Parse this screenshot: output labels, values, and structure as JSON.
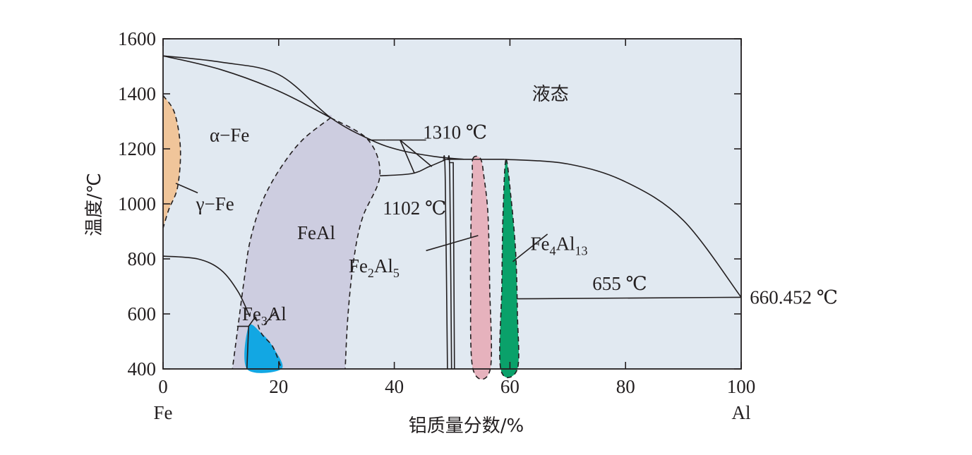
{
  "chart_data": {
    "type": "area",
    "title": "",
    "xlabel": "铝质量分数/%",
    "ylabel": "温度/℃",
    "xlim": [
      0,
      100
    ],
    "ylim": [
      400,
      1600
    ],
    "x_ticks": [
      0,
      20,
      40,
      60,
      80,
      100
    ],
    "y_ticks": [
      400,
      600,
      800,
      1000,
      1200,
      1400,
      1600
    ],
    "x_end_labels": {
      "left": "Fe",
      "right": "Al"
    },
    "grid": false,
    "colors": {
      "background": "#e1e9f1",
      "gamma_fe": "#f0c59a",
      "feal": "#cdcde0",
      "fe3al": "#12a7e3",
      "fe2al5": "#e6b2bd",
      "fe4al13": "#0aa16a",
      "line": "#231f20"
    },
    "region_labels": [
      {
        "text": "液态",
        "x": 67,
        "y": 1400
      },
      {
        "text": "α−Fe",
        "x": 11.5,
        "y": 1250
      },
      {
        "text": "γ−Fe",
        "x": 9,
        "y": 1000
      },
      {
        "text": "FeAl",
        "x": 26.5,
        "y": 895
      },
      {
        "base": "Fe",
        "sub": "3",
        "tail": "Al",
        "x": 17.5,
        "y": 600
      }
    ],
    "annotations": [
      {
        "text": "1310 ℃",
        "x": 50.5,
        "y": 1260
      },
      {
        "text": "1102 ℃",
        "x": 43.5,
        "y": 985
      },
      {
        "text": "655 ℃",
        "x": 79,
        "y": 710
      },
      {
        "text": "660.452 ℃",
        "x": 101.5,
        "y": 660
      },
      {
        "base": "Fe",
        "sub": "2",
        "tail": "Al",
        "sub2": "5",
        "x": 36.5,
        "y": 775
      },
      {
        "base": "Fe",
        "sub": "4",
        "tail": "Al",
        "sub2": "13",
        "x": 68.5,
        "y": 855
      }
    ],
    "curves": {
      "liquidus_fe": [
        [
          0,
          1538
        ],
        [
          10,
          1515
        ],
        [
          20,
          1470
        ],
        [
          29,
          1313
        ],
        [
          36,
          1232
        ],
        [
          41,
          1195
        ],
        [
          47,
          1172
        ],
        [
          52,
          1162
        ]
      ],
      "solidus_alpha": [
        [
          0,
          1538
        ],
        [
          10,
          1488
        ],
        [
          20,
          1410
        ],
        [
          29,
          1313
        ]
      ],
      "alpha_feal_boundary": [
        [
          29,
          1313
        ],
        [
          24,
          1230
        ],
        [
          20,
          1120
        ],
        [
          17,
          1000
        ],
        [
          15,
          860
        ],
        [
          14,
          720
        ],
        [
          13,
          560
        ],
        [
          12,
          400
        ]
      ],
      "feal_right_boundary": [
        [
          29,
          1313
        ],
        [
          35.5,
          1232
        ],
        [
          37.5,
          1102
        ],
        [
          34.5,
          950
        ],
        [
          33,
          800
        ],
        [
          32,
          600
        ],
        [
          31.5,
          400
        ]
      ],
      "gamma_loop": [
        [
          0,
          1394
        ],
        [
          2,
          1330
        ],
        [
          3,
          1200
        ],
        [
          2.5,
          1060
        ],
        [
          1,
          980
        ],
        [
          0,
          912
        ]
      ],
      "magnetic_loop": [
        [
          0,
          810
        ],
        [
          6,
          800
        ],
        [
          10,
          760
        ],
        [
          13,
          680
        ],
        [
          15,
          590
        ]
      ],
      "fe3al_region": [
        [
          14.8,
          555
        ],
        [
          17,
          530
        ],
        [
          19,
          480
        ],
        [
          20.5,
          400
        ],
        [
          14.5,
          400
        ]
      ],
      "fe2al5_region": [
        [
          53.6,
          1165
        ],
        [
          54.9,
          1165
        ],
        [
          55.5,
          1100
        ],
        [
          56.2,
          960
        ],
        [
          56.5,
          700
        ],
        [
          56.6,
          400
        ],
        [
          53.6,
          400
        ],
        [
          53.2,
          700
        ],
        [
          53.3,
          960
        ],
        [
          53.5,
          1100
        ]
      ],
      "fe4al13_region": [
        [
          59.3,
          1160
        ],
        [
          60.2,
          1020
        ],
        [
          61,
          820
        ],
        [
          61.3,
          600
        ],
        [
          61.3,
          400
        ],
        [
          58.4,
          400
        ],
        [
          58.6,
          700
        ],
        [
          58.8,
          960
        ]
      ],
      "horizontal_1310": [
        [
          38.5,
          1232
        ],
        [
          45.5,
          1232
        ]
      ],
      "horizontal_1162": [
        [
          49,
          1162
        ],
        [
          59,
          1162
        ]
      ],
      "horizontal_655": [
        [
          61.3,
          655
        ],
        [
          100,
          660.452
        ]
      ],
      "liquidus_al": [
        [
          59,
          1162
        ],
        [
          70,
          1145
        ],
        [
          80,
          1080
        ],
        [
          90,
          940
        ],
        [
          100,
          660.452
        ]
      ]
    }
  }
}
